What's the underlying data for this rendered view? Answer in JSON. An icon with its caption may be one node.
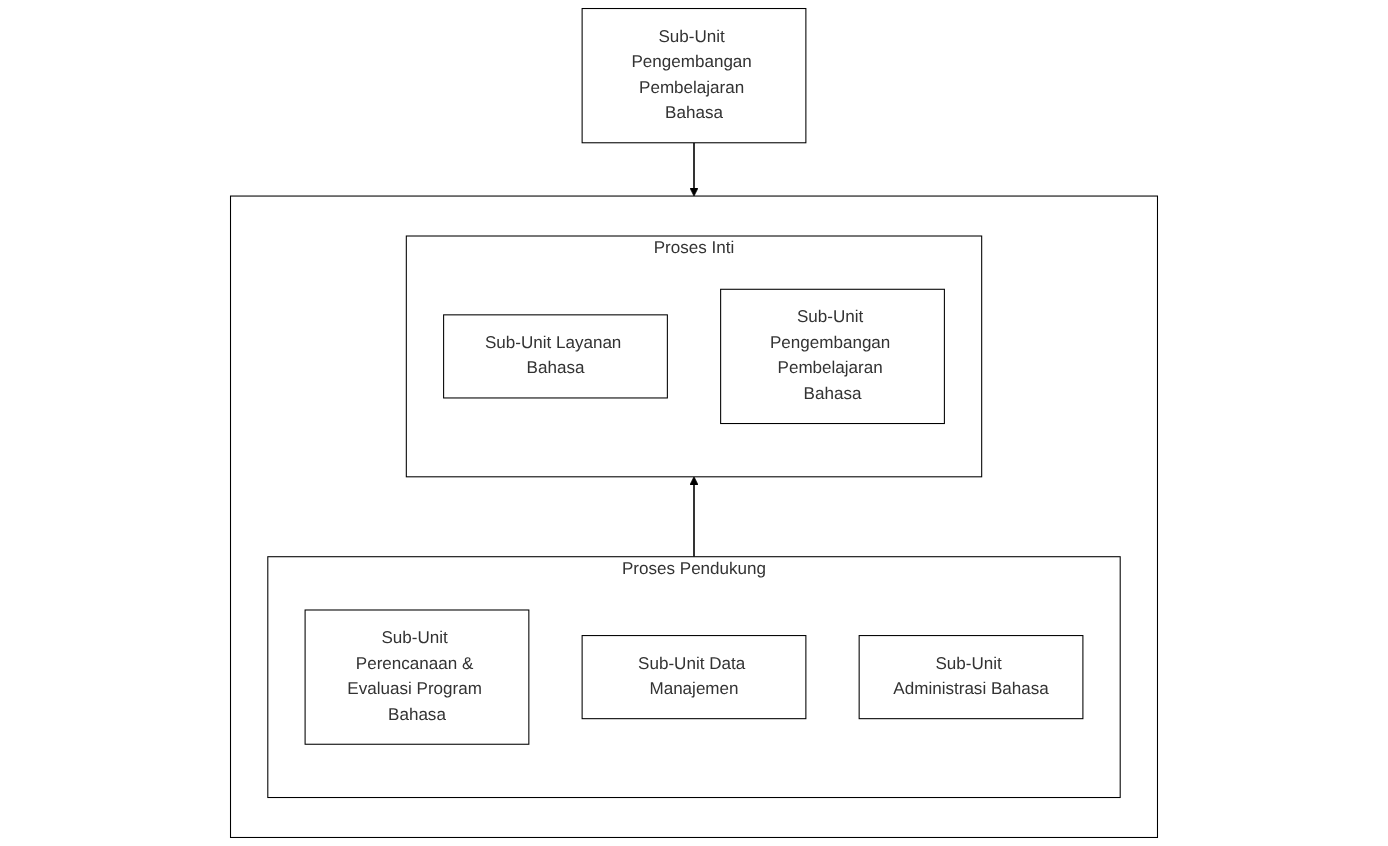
{
  "diagram": {
    "nodes": [
      {
        "text": [
          "Sub-Unit Pengembangan Pembelajaran Bahasa"
        ]
      },
      {
        "text": [],
        "shape": "box"
      },
      {
        "text": [
          "Proses Inti"
        ],
        "in": 1
      },
      {
        "text": [
          "Sub-Unit Layanan Bahasa"
        ],
        "in": 2
      },
      {
        "text": [
          "Sub-Unit Pengembangan Pembelajaran Bahasa"
        ],
        "in": 2
      },
      {
        "text": [
          "Proses Pendukung"
        ],
        "in": 1
      },
      {
        "text": [
          "Sub-Unit Perencanaan & Evaluasi Program Bahasa"
        ],
        "in": 5
      },
      {
        "text": [
          "Sub-Unit Data Manajemen"
        ],
        "in": 5
      },
      {
        "text": [
          "Sub-Unit Administrasi Bahasa"
        ],
        "in": 5
      }
    ],
    "edges": [
      {
        "from": 0,
        "to": 1,
        "arrow": "to"
      },
      {
        "from": 5,
        "to": 2,
        "arrow": "to"
      }
    ]
  }
}
